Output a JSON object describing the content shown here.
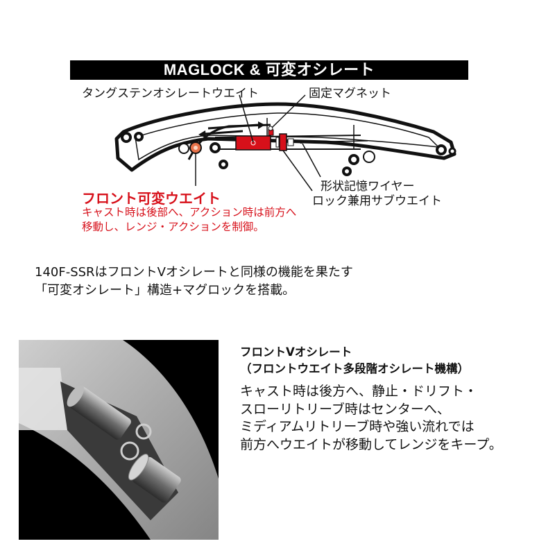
{
  "header": {
    "title": "MAGLOCK & 可変オシレート"
  },
  "diagram": {
    "labels": {
      "tungsten_weight": "タングステンオシレートウエイト",
      "fixed_magnet": "固定マグネット",
      "shape_memory_wire": "形状記憶ワイヤー",
      "lock_sub_weight": "ロック兼用サブウエイト"
    },
    "front_weight": {
      "title": "フロント可変ウエイト",
      "description": [
        "キャスト時は後部へ、アクション時は前方へ",
        "移動し、レンジ・アクションを制御。"
      ]
    },
    "colors": {
      "accent_red": "#d7101a",
      "weight_orange": "#e8734a",
      "outline": "#111111"
    }
  },
  "intro": {
    "lines": [
      "140F-SSRはフロントVオシレートと同様の機能を果たす",
      "「可変オシレート」構造+マグロックを搭載。"
    ]
  },
  "feature": {
    "title_lines": [
      "フロントVオシレート",
      "（フロントウエイト多段階オシレート機構）"
    ],
    "body_lines": [
      "キャスト時は後方へ、静止・ドリフト・",
      "スローリトリーブ時はセンターへ、",
      "ミディアムリトリーブ時や強い流れでは",
      "前方へウエイトが移動してレンジをキープ。"
    ]
  },
  "photo": {
    "subject": "lure-internal-weight-closeup"
  }
}
